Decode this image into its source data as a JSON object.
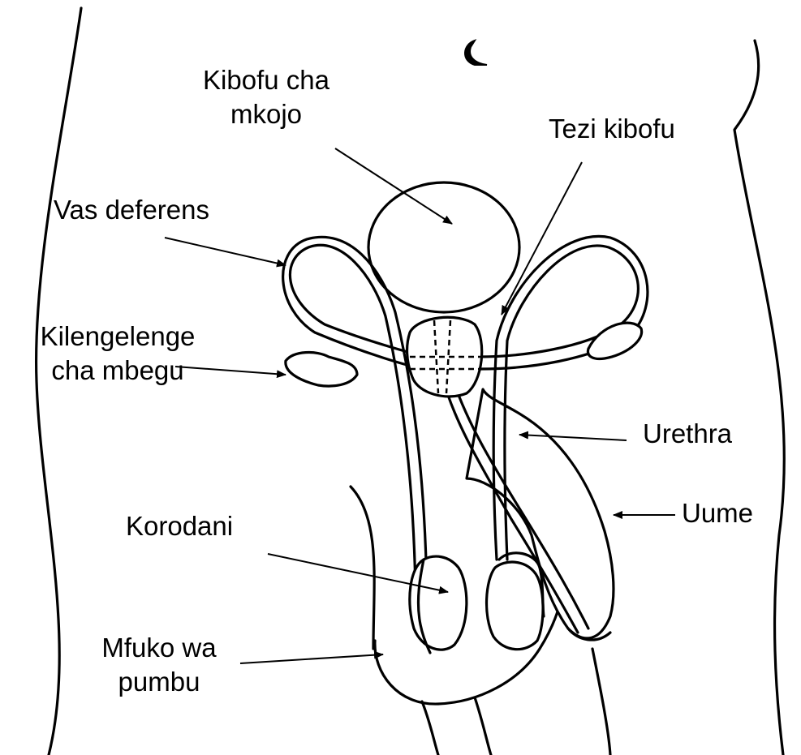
{
  "labels": {
    "bladder": [
      "Kibofu cha",
      "mkojo"
    ],
    "prostate": "Tezi kibofu",
    "vas_deferens": "Vas deferens",
    "seminal_vesicle": [
      "Kilengelenge",
      "cha mbegu"
    ],
    "urethra": "Urethra",
    "penis": "Uume",
    "testis": "Korodani",
    "scrotum": [
      "Mfuko wa",
      "pumbu"
    ]
  }
}
